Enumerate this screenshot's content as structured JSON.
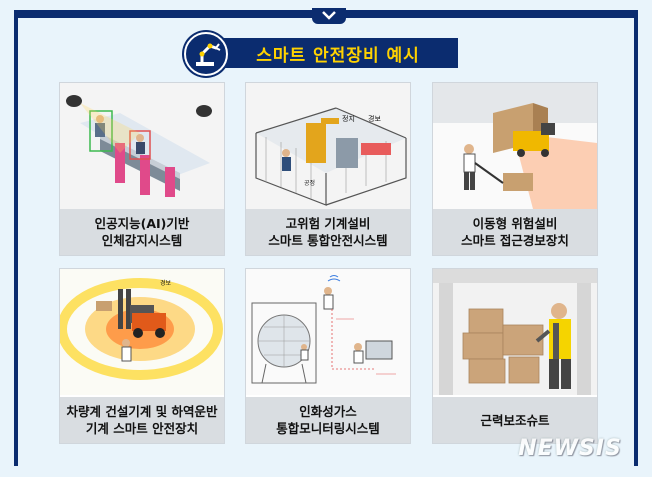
{
  "header": {
    "title": "스마트 안전장비 예시",
    "title_color": "#ffd200",
    "banner_color": "#0b2c6f",
    "icon": "robot-arm-icon"
  },
  "cards": [
    {
      "line1": "인공지능(AI)기반",
      "line2": "인체감지시스템"
    },
    {
      "line1": "고위험 기계설비",
      "line2": "스마트 통합안전시스템"
    },
    {
      "line1": "이동형 위험설비",
      "line2": "스마트 접근경보장치"
    },
    {
      "line1": "차량계 건설기계 및 하역운반",
      "line2": "기계 스마트 안전장치"
    },
    {
      "line1": "인화성가스",
      "line2": "통합모니터링시스템"
    },
    {
      "line1": "근력보조슈트",
      "line2": ""
    }
  ],
  "illustration_text": {
    "card2_labels": [
      "정지",
      "경보"
    ],
    "card2_small": "공정",
    "card4_small": "경보"
  },
  "watermark": "NEWSIS"
}
